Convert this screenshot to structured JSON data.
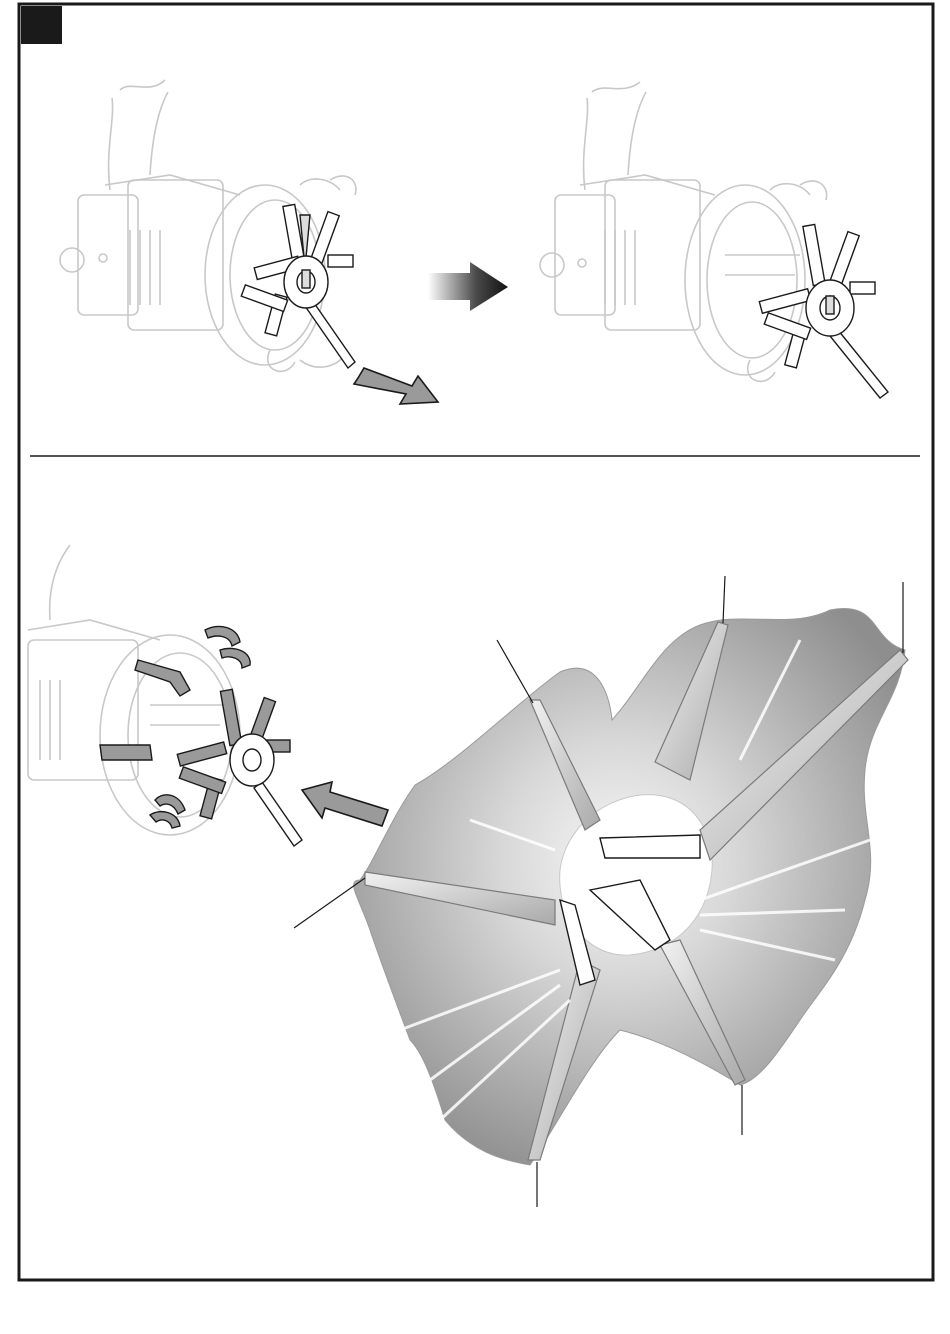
{
  "document": {
    "step_marker_color": "#1a1a1a",
    "border_color": "#1a1a1a",
    "panels": [
      {
        "name": "step-remove-guide",
        "parts": [
          "motor-housing-icon",
          "rotor-blade-icon",
          "pull-arrow-icon",
          "result-arrow-icon"
        ]
      },
      {
        "name": "step-install-guide",
        "parts": [
          "motor-housing-icon",
          "rotor-blade-icon",
          "push-arrow-icon",
          "reflector-part-icon"
        ]
      }
    ],
    "callout_count": 5,
    "colors": {
      "line": "#1a1a1a",
      "part_fill": "#9a9a9a",
      "part_dark": "#5a5a5a",
      "reflector_light": "#e6e6e6",
      "reflector_dark": "#8c8c8c"
    }
  }
}
